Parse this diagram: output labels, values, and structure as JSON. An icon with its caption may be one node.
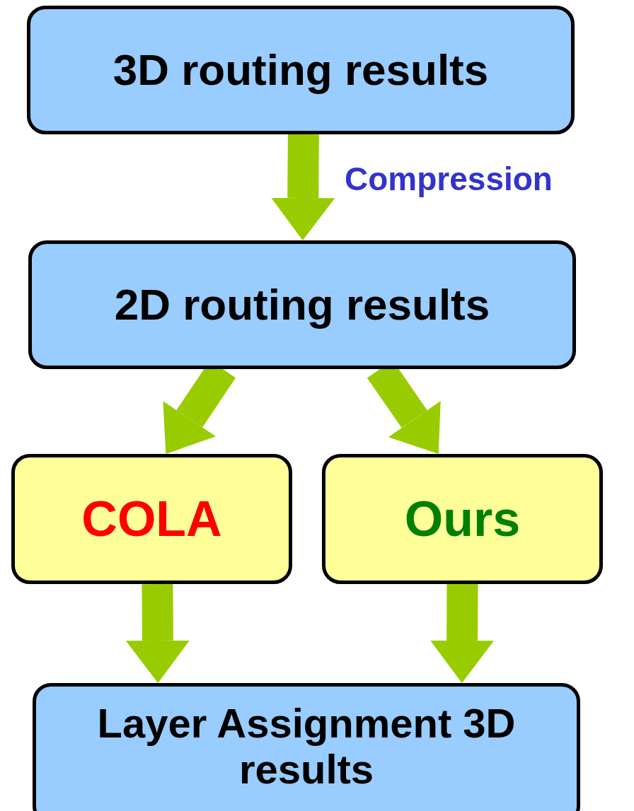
{
  "diagram": {
    "nodes": [
      {
        "text": [
          "3D routing results"
        ]
      },
      {
        "text": [
          "2D routing results"
        ]
      },
      {
        "text": [
          "COLA"
        ]
      },
      {
        "text": [
          "Ours"
        ]
      },
      {
        "text": [
          "Layer Assignment 3D results"
        ]
      }
    ],
    "edges": [
      {
        "from": 0,
        "to": 1,
        "arrow": "to",
        "label": "Compression"
      },
      {
        "from": 1,
        "to": 2,
        "arrow": "to"
      },
      {
        "from": 1,
        "to": 3,
        "arrow": "to"
      },
      {
        "from": 2,
        "to": 4,
        "arrow": "to"
      },
      {
        "from": 3,
        "to": 4,
        "arrow": "to"
      }
    ]
  }
}
